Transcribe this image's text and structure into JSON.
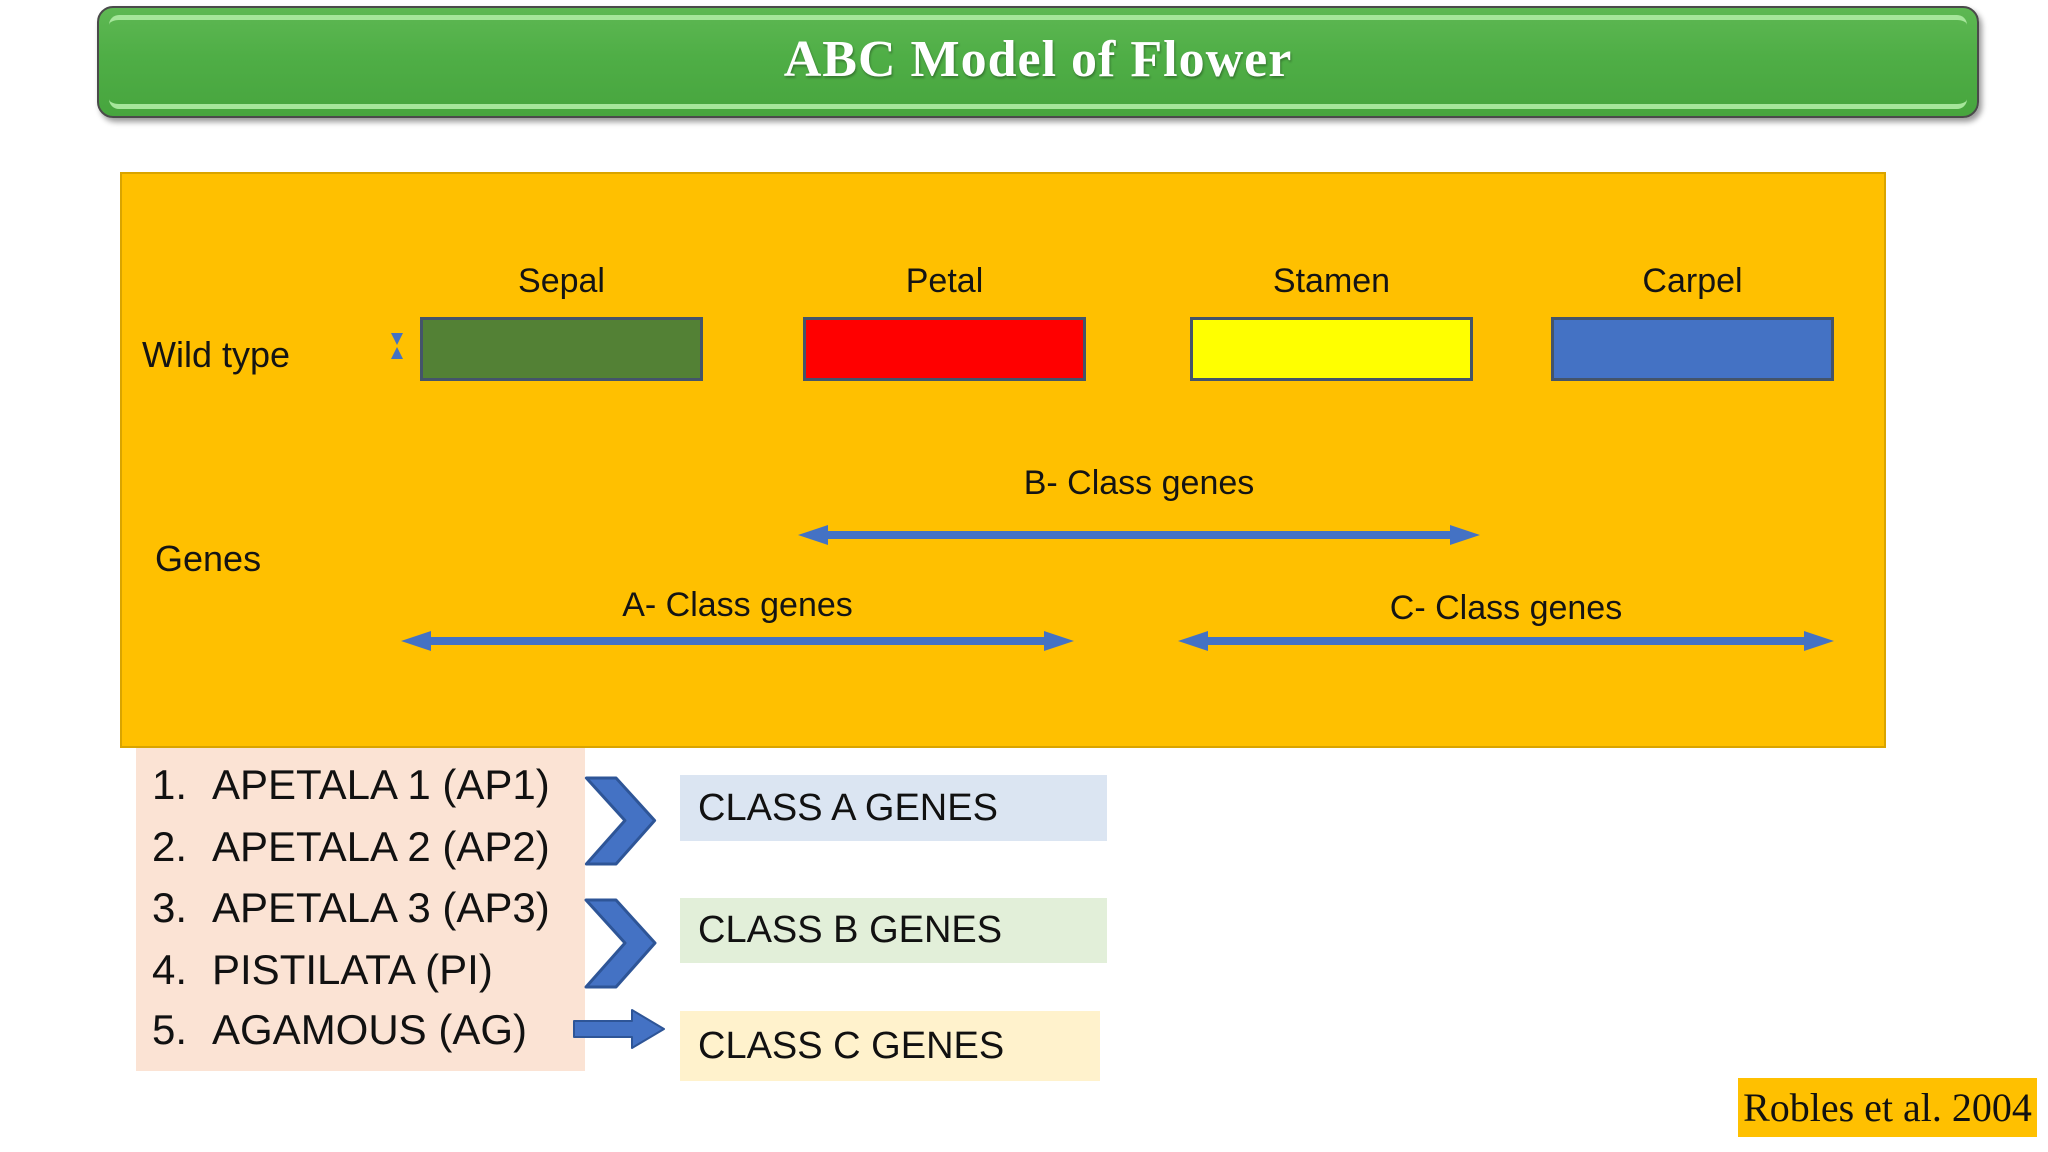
{
  "title": "ABC Model of Flower",
  "panel": {
    "whorl_labels": [
      "Sepal",
      "Petal",
      "Stamen",
      "Carpel"
    ],
    "wild_type_label": "Wild type",
    "genes_label": "Genes",
    "class_a_label": "A- Class genes",
    "class_b_label": "B- Class genes",
    "class_c_label": "C- Class genes"
  },
  "gene_list": [
    {
      "num": "1.",
      "name": "APETALA 1 (AP1)"
    },
    {
      "num": "2.",
      "name": "APETALA 2 (AP2)"
    },
    {
      "num": "3.",
      "name": "APETALA 3 (AP3)"
    },
    {
      "num": "4.",
      "name": "PISTILATA (PI)"
    },
    {
      "num": "5.",
      "name": "AGAMOUS (AG)"
    }
  ],
  "class_boxes": [
    {
      "label": "CLASS A GENES",
      "bg": "#dbe5f2"
    },
    {
      "label": "CLASS B GENES",
      "bg": "#e2efd9"
    },
    {
      "label": "CLASS C GENES",
      "bg": "#fff2cc"
    }
  ],
  "citation": "Robles et al. 2004",
  "colors": {
    "banner_green": "#4fae46",
    "banner_highlight": "#a6e69b",
    "panel_orange": "#ffc000",
    "sepal_green": "#538135",
    "petal_red": "#ff0000",
    "stamen_yellow": "#ffff00",
    "carpel_blue": "#4472c4",
    "rect_border": "#44546a",
    "arrow_blue": "#4472c4",
    "list_bg_peach": "#fbe3d4",
    "citation_bg": "#ffc000"
  }
}
